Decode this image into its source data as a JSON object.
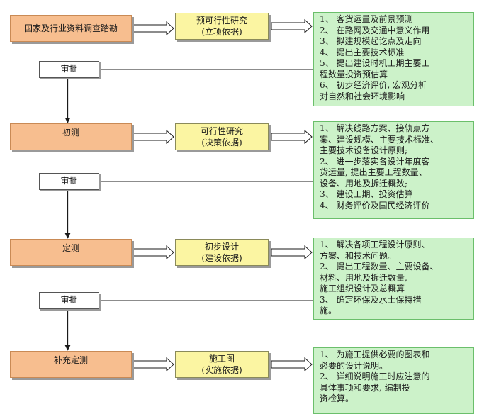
{
  "stages": [
    {
      "name": "国家及行业资料调查踏勘",
      "name_lines": [
        "国家及行业资料",
        "调查踏勘"
      ],
      "basis": [
        "预可行性研究",
        "(立项依据)"
      ],
      "approval": "审批",
      "details": [
        [
          "1、 客货运量及前景预测"
        ],
        [
          "2、 在路网及交通中意义作用"
        ],
        [
          "3、 拟建规模起讫点及走向"
        ],
        [
          "4、 提出主要技术标准"
        ],
        [
          "5、 提出建设时机工期主要工",
          "程数量投资预估算"
        ],
        [
          "6、 初步经济评价, 宏观分析",
          "对自然和社会环境影响"
        ]
      ]
    },
    {
      "name": "初测",
      "basis": [
        "可行性研究",
        "(决策依据)"
      ],
      "approval": "审批",
      "details": [
        [
          "1、 解决线路方案、接轨点方",
          "案、建设规模、主要技术标准、",
          "主要技术设备设计原则;"
        ],
        [
          "2、 进一步落实各设计年度客",
          "货运量, 提出主要工程数量、",
          "设备、用地及拆迁概数;"
        ],
        [
          "3、 建设工期、投资估算"
        ],
        [
          "4、 财务评价及国民经济评价"
        ]
      ]
    },
    {
      "name": "定测",
      "basis": [
        "初步设计",
        "(建设依据)"
      ],
      "approval": "审批",
      "details": [
        [
          "1、 解决各项工程设计原则、",
          "方案、和技术问题。"
        ],
        [
          "2、 提出工程数量、主要设备、",
          "材料、用地及拆迁数量,",
          "施工组织设计及总概算"
        ],
        [
          "3、 确定环保及水土保持措",
          "施。"
        ]
      ]
    },
    {
      "name": "补充定测",
      "basis": [
        "施工图",
        "(实施依据)"
      ],
      "details": [
        [
          "1、 为施工提供必要的图表和",
          "必要的设计说明。"
        ],
        [
          "2、 详细说明施工时应注意的",
          "具体事项和要求, 编制投",
          "资检算。"
        ]
      ]
    }
  ]
}
